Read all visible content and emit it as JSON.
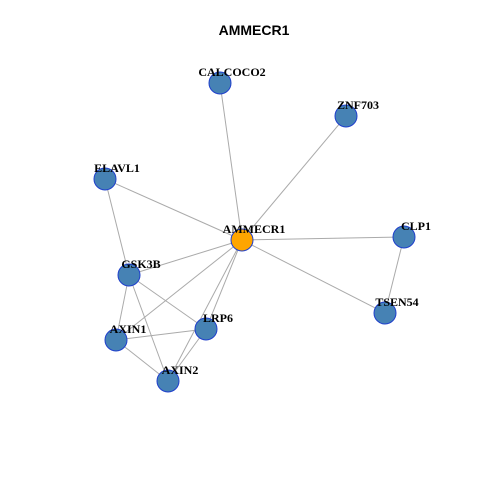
{
  "title": "AMMECR1",
  "colors": {
    "hub_fill": "#FFA500",
    "node_fill": "#4682B4",
    "node_stroke": "#1F3FCC",
    "edge": "#AAAAAA"
  },
  "nodes": [
    {
      "id": "AMMECR1",
      "label": "AMMECR1",
      "hub": true
    },
    {
      "id": "CALCOCO2",
      "label": "CALCOCO2"
    },
    {
      "id": "ZNF703",
      "label": "ZNF703"
    },
    {
      "id": "ELAVL1",
      "label": "ELAVL1"
    },
    {
      "id": "CLP1",
      "label": "CLP1"
    },
    {
      "id": "GSK3B",
      "label": "GSK3B"
    },
    {
      "id": "TSEN54",
      "label": "TSEN54"
    },
    {
      "id": "LRP6",
      "label": "LRP6"
    },
    {
      "id": "AXIN1",
      "label": "AXIN1"
    },
    {
      "id": "AXIN2",
      "label": "AXIN2"
    }
  ],
  "edges": [
    [
      "AMMECR1",
      "CALCOCO2"
    ],
    [
      "AMMECR1",
      "ZNF703"
    ],
    [
      "AMMECR1",
      "ELAVL1"
    ],
    [
      "AMMECR1",
      "CLP1"
    ],
    [
      "AMMECR1",
      "GSK3B"
    ],
    [
      "AMMECR1",
      "TSEN54"
    ],
    [
      "AMMECR1",
      "LRP6"
    ],
    [
      "AMMECR1",
      "AXIN1"
    ],
    [
      "AMMECR1",
      "AXIN2"
    ],
    [
      "ELAVL1",
      "GSK3B"
    ],
    [
      "CLP1",
      "TSEN54"
    ],
    [
      "GSK3B",
      "LRP6"
    ],
    [
      "GSK3B",
      "AXIN1"
    ],
    [
      "GSK3B",
      "AXIN2"
    ],
    [
      "AXIN1",
      "LRP6"
    ],
    [
      "AXIN1",
      "AXIN2"
    ],
    [
      "LRP6",
      "AXIN2"
    ]
  ]
}
